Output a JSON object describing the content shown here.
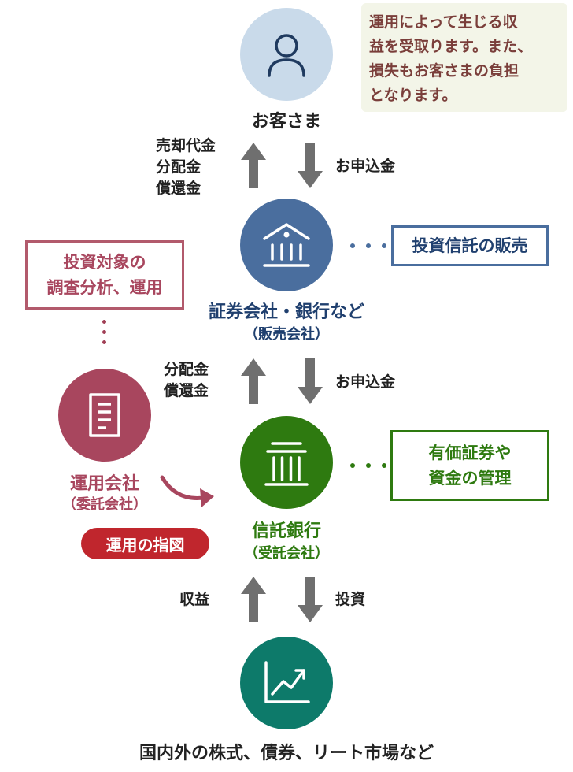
{
  "customer": {
    "label": "お客さま",
    "note_lines": [
      "運用によって生じる収",
      "益を受取ります。また、",
      "損失もお客さまの負担",
      "となります。"
    ],
    "flow_up_lines": [
      "売却代金",
      "分配金",
      "償還金"
    ],
    "flow_down_label": "お申込金"
  },
  "distributor": {
    "label": "証券会社・銀行など",
    "sub_label": "（販売会社）",
    "role_box": "投資信託の販売",
    "flow_up_lines": [
      "分配金",
      "償還金"
    ],
    "flow_down_label": "お申込金"
  },
  "manager": {
    "role_box_lines": [
      "投資対象の",
      "調査分析、運用"
    ],
    "label": "運用会社",
    "sub_label": "（委託会社）",
    "instruction_badge": "運用の指図"
  },
  "trustee": {
    "label": "信託銀行",
    "sub_label": "（受託会社）",
    "role_box_lines": [
      "有価証券や",
      "資金の管理"
    ],
    "flow_up_label": "収益",
    "flow_down_label": "投資"
  },
  "market": {
    "label": "国内外の株式、債券、リート市場など"
  },
  "colors": {
    "customer_circle": "#c9daea",
    "distributor": "#4a6e9e",
    "distributor_text": "#1f3f6e",
    "manager": "#a8465e",
    "trustee": "#2e7a10",
    "market": "#0d7a6a",
    "arrow": "#6f6f6f",
    "badge": "#c0262d"
  }
}
